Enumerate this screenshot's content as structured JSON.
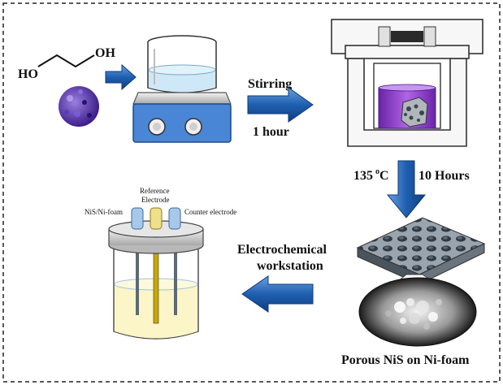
{
  "molecule": {
    "oh_left": "HO",
    "oh_right": "OH"
  },
  "step1": {
    "line1": "Stirring",
    "line2": "1 hour"
  },
  "step2": {
    "temperature": "135",
    "temp_unit_sup": "o",
    "temp_unit": "C",
    "duration": "10 Hours"
  },
  "step3": {
    "line1": "Electrochemical",
    "line2": "workstation"
  },
  "cell": {
    "reference_line1": "Reference",
    "reference_line2": "Electrode",
    "working": "NiS/Ni-foam",
    "counter": "Counter electrode"
  },
  "product": {
    "caption": "Porous NiS on Ni-foam"
  },
  "colors": {
    "arrow_blue": "#1f5fb0",
    "solution_purple": "#8a3cc9",
    "hotplate_blue": "#4a86d6",
    "electrolyte_yellow": "#fbf5c8"
  }
}
